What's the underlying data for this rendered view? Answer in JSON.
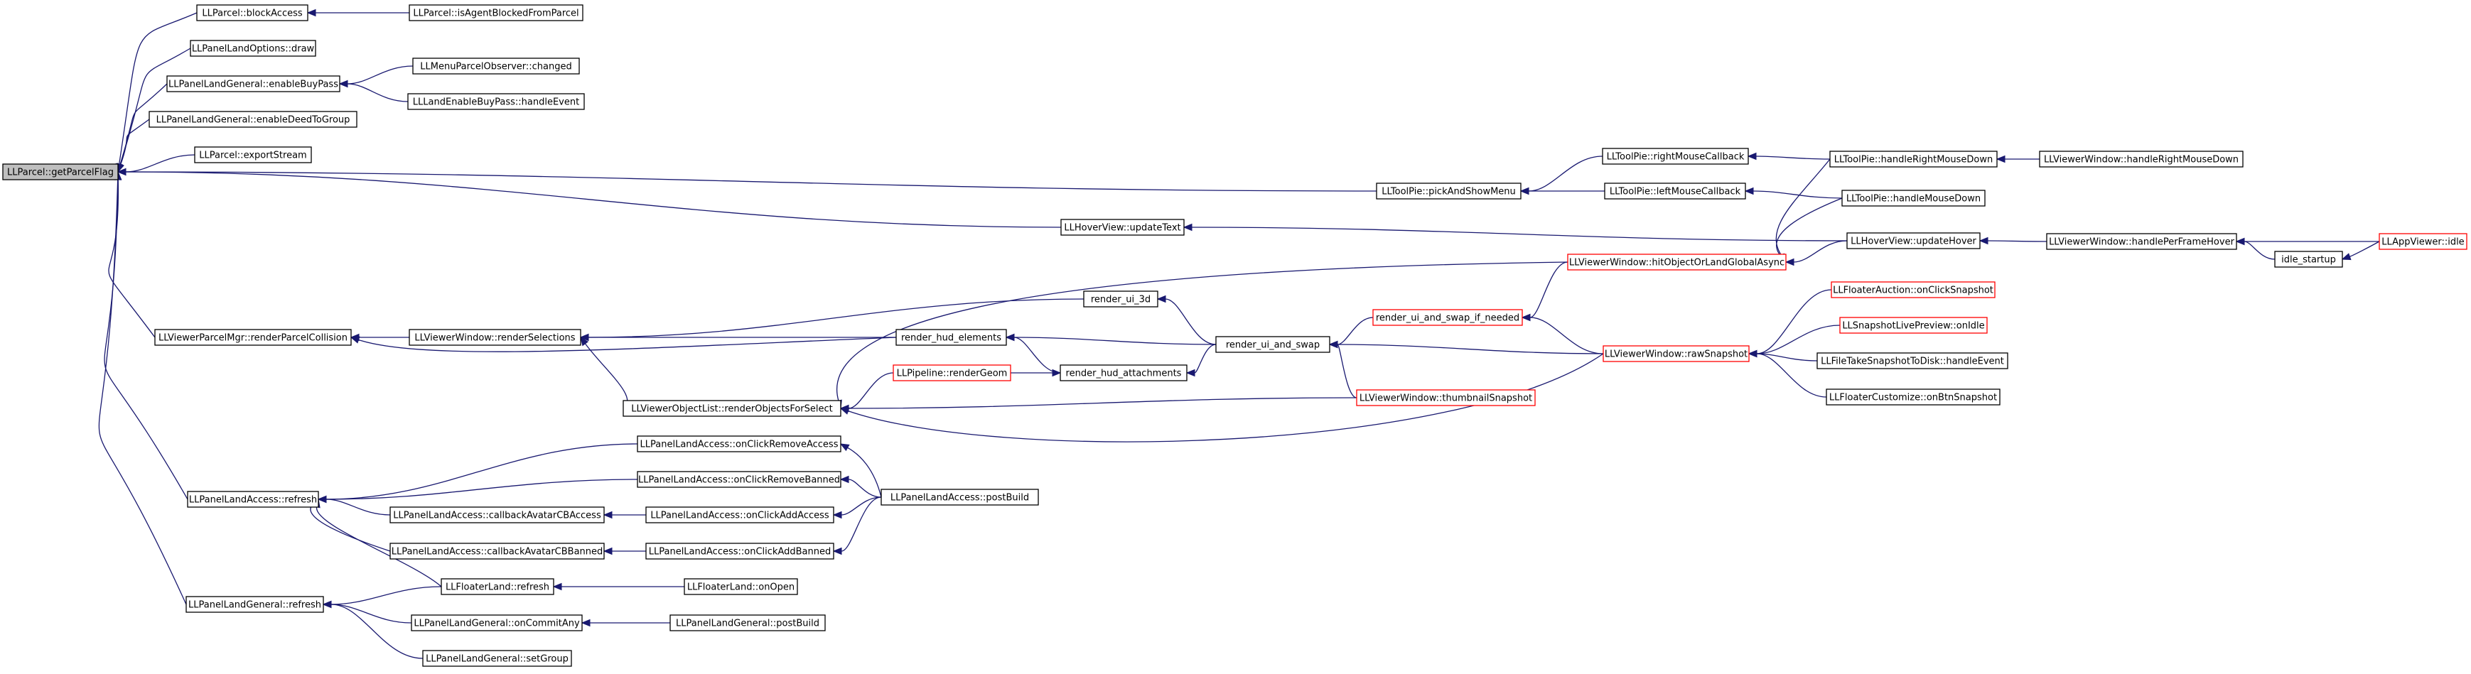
{
  "graph": {
    "nodes": [
      {
        "id": "root",
        "label": "LLParcel::getParcelFlag",
        "style": "root"
      },
      {
        "id": "blockAccess",
        "label": "LLParcel::blockAccess"
      },
      {
        "id": "isAgentBlocked",
        "label": "LLParcel::isAgentBlockedFromParcel"
      },
      {
        "id": "landOptionsDraw",
        "label": "LLPanelLandOptions::draw"
      },
      {
        "id": "enableBuyPass",
        "label": "LLPanelLandGeneral::enableBuyPass"
      },
      {
        "id": "menuParcelObs",
        "label": "LLMenuParcelObserver::changed"
      },
      {
        "id": "landEnableBuyPass",
        "label": "LLLandEnableBuyPass::handleEvent"
      },
      {
        "id": "enableDeedToGroup",
        "label": "LLPanelLandGeneral::enableDeedToGroup"
      },
      {
        "id": "exportStream",
        "label": "LLParcel::exportStream"
      },
      {
        "id": "pickAndShowMenu",
        "label": "LLToolPie::pickAndShowMenu"
      },
      {
        "id": "rightMouseCb",
        "label": "LLToolPie::rightMouseCallback"
      },
      {
        "id": "leftMouseCb",
        "label": "LLToolPie::leftMouseCallback"
      },
      {
        "id": "handleRightMouseDown",
        "label": "LLToolPie::handleRightMouseDown"
      },
      {
        "id": "handleMouseDown",
        "label": "LLToolPie::handleMouseDown"
      },
      {
        "id": "winHandleRightMouseDown",
        "label": "LLViewerWindow::handleRightMouseDown"
      },
      {
        "id": "hoverUpdateText",
        "label": "LLHoverView::updateText"
      },
      {
        "id": "hoverUpdateHover",
        "label": "LLHoverView::updateHover"
      },
      {
        "id": "handlePerFrameHover",
        "label": "LLViewerWindow::handlePerFrameHover"
      },
      {
        "id": "appIdle",
        "label": "LLAppViewer::idle",
        "style": "red"
      },
      {
        "id": "idleStartup",
        "label": "idle_startup"
      },
      {
        "id": "hitObject",
        "label": "LLViewerWindow::hitObjectOrLandGlobalAsync",
        "style": "red"
      },
      {
        "id": "renderParcelCollision",
        "label": "LLViewerParcelMgr::renderParcelCollision"
      },
      {
        "id": "renderSelections",
        "label": "LLViewerWindow::renderSelections"
      },
      {
        "id": "renderUi3d",
        "label": "render_ui_3d"
      },
      {
        "id": "renderHudElements",
        "label": "render_hud_elements"
      },
      {
        "id": "renderUiAndSwap",
        "label": "render_ui_and_swap"
      },
      {
        "id": "renderHudAttachments",
        "label": "render_hud_attachments"
      },
      {
        "id": "renderUiSwapIfNeeded",
        "label": "render_ui_and_swap_if_needed",
        "style": "red"
      },
      {
        "id": "rawSnapshot",
        "label": "LLViewerWindow::rawSnapshot",
        "style": "red"
      },
      {
        "id": "floaterAuction",
        "label": "LLFloaterAuction::onClickSnapshot",
        "style": "red"
      },
      {
        "id": "snapshotLivePreview",
        "label": "LLSnapshotLivePreview::onIdle",
        "style": "red"
      },
      {
        "id": "fileTakeSnapshot",
        "label": "LLFileTakeSnapshotToDisk::handleEvent"
      },
      {
        "id": "floaterCustomize",
        "label": "LLFloaterCustomize::onBtnSnapshot"
      },
      {
        "id": "pipelineRenderGeom",
        "label": "LLPipeline::renderGeom",
        "style": "red"
      },
      {
        "id": "renderObjectsForSelect",
        "label": "LLViewerObjectList::renderObjectsForSelect"
      },
      {
        "id": "thumbnailSnapshot",
        "label": "LLViewerWindow::thumbnailSnapshot",
        "style": "red"
      },
      {
        "id": "landAccessRefresh",
        "label": "LLPanelLandAccess::refresh"
      },
      {
        "id": "onClickRemoveAccess",
        "label": "LLPanelLandAccess::onClickRemoveAccess"
      },
      {
        "id": "onClickRemoveBanned",
        "label": "LLPanelLandAccess::onClickRemoveBanned"
      },
      {
        "id": "landAccessPostBuild",
        "label": "LLPanelLandAccess::postBuild"
      },
      {
        "id": "cbAvatarAccess",
        "label": "LLPanelLandAccess::callbackAvatarCBAccess"
      },
      {
        "id": "onClickAddAccess",
        "label": "LLPanelLandAccess::onClickAddAccess"
      },
      {
        "id": "cbAvatarBanned",
        "label": "LLPanelLandAccess::callbackAvatarCBBanned"
      },
      {
        "id": "onClickAddBanned",
        "label": "LLPanelLandAccess::onClickAddBanned"
      },
      {
        "id": "floaterLandRefresh",
        "label": "LLFloaterLand::refresh"
      },
      {
        "id": "floaterLandOnOpen",
        "label": "LLFloaterLand::onOpen"
      },
      {
        "id": "landGeneralRefresh",
        "label": "LLPanelLandGeneral::refresh"
      },
      {
        "id": "onCommitAny",
        "label": "LLPanelLandGeneral::onCommitAny"
      },
      {
        "id": "landGeneralPostBuild",
        "label": "LLPanelLandGeneral::postBuild"
      },
      {
        "id": "setGroup",
        "label": "LLPanelLandGeneral::setGroup"
      }
    ],
    "edges": [
      [
        "blockAccess",
        "root"
      ],
      [
        "isAgentBlocked",
        "blockAccess"
      ],
      [
        "landOptionsDraw",
        "root"
      ],
      [
        "enableBuyPass",
        "root"
      ],
      [
        "menuParcelObs",
        "enableBuyPass"
      ],
      [
        "landEnableBuyPass",
        "enableBuyPass"
      ],
      [
        "enableDeedToGroup",
        "root"
      ],
      [
        "exportStream",
        "root"
      ],
      [
        "pickAndShowMenu",
        "root"
      ],
      [
        "rightMouseCb",
        "pickAndShowMenu"
      ],
      [
        "leftMouseCb",
        "pickAndShowMenu"
      ],
      [
        "handleRightMouseDown",
        "rightMouseCb"
      ],
      [
        "handleMouseDown",
        "leftMouseCb"
      ],
      [
        "winHandleRightMouseDown",
        "handleRightMouseDown"
      ],
      [
        "hoverUpdateText",
        "root"
      ],
      [
        "hoverUpdateHover",
        "hoverUpdateText"
      ],
      [
        "handlePerFrameHover",
        "hoverUpdateHover"
      ],
      [
        "appIdle",
        "handlePerFrameHover"
      ],
      [
        "idleStartup",
        "handlePerFrameHover"
      ],
      [
        "appIdle",
        "idleStartup"
      ],
      [
        "handleRightMouseDown",
        "hitObject"
      ],
      [
        "handleMouseDown",
        "hitObject"
      ],
      [
        "hoverUpdateHover",
        "hitObject"
      ],
      [
        "renderParcelCollision",
        "root"
      ],
      [
        "renderSelections",
        "renderParcelCollision"
      ],
      [
        "renderHudElements",
        "renderParcelCollision"
      ],
      [
        "renderUi3d",
        "renderSelections"
      ],
      [
        "renderHudElements",
        "renderSelections"
      ],
      [
        "renderObjectsForSelect",
        "renderSelections"
      ],
      [
        "renderUiAndSwap",
        "renderUi3d"
      ],
      [
        "renderUiAndSwap",
        "renderHudElements"
      ],
      [
        "renderHudAttachments",
        "renderHudElements"
      ],
      [
        "renderUiAndSwap",
        "renderHudAttachments"
      ],
      [
        "pipelineRenderGeom",
        "renderHudAttachments"
      ],
      [
        "renderUiSwapIfNeeded",
        "renderUiAndSwap"
      ],
      [
        "rawSnapshot",
        "renderUiAndSwap"
      ],
      [
        "thumbnailSnapshot",
        "renderUiAndSwap"
      ],
      [
        "hitObject",
        "renderUiSwapIfNeeded"
      ],
      [
        "rawSnapshot",
        "renderUiSwapIfNeeded"
      ],
      [
        "floaterAuction",
        "rawSnapshot"
      ],
      [
        "snapshotLivePreview",
        "rawSnapshot"
      ],
      [
        "fileTakeSnapshot",
        "rawSnapshot"
      ],
      [
        "floaterCustomize",
        "rawSnapshot"
      ],
      [
        "pipelineRenderGeom",
        "renderObjectsForSelect"
      ],
      [
        "hitObject",
        "renderObjectsForSelect"
      ],
      [
        "thumbnailSnapshot",
        "renderObjectsForSelect"
      ],
      [
        "rawSnapshot",
        "renderObjectsForSelect"
      ],
      [
        "landAccessRefresh",
        "root"
      ],
      [
        "onClickRemoveAccess",
        "landAccessRefresh"
      ],
      [
        "onClickRemoveBanned",
        "landAccessRefresh"
      ],
      [
        "cbAvatarAccess",
        "landAccessRefresh"
      ],
      [
        "cbAvatarBanned",
        "landAccessRefresh"
      ],
      [
        "floaterLandRefresh",
        "landAccessRefresh"
      ],
      [
        "landAccessPostBuild",
        "onClickRemoveAccess"
      ],
      [
        "landAccessPostBuild",
        "onClickRemoveBanned"
      ],
      [
        "onClickAddAccess",
        "cbAvatarAccess"
      ],
      [
        "landAccessPostBuild",
        "onClickAddAccess"
      ],
      [
        "onClickAddBanned",
        "cbAvatarBanned"
      ],
      [
        "landAccessPostBuild",
        "onClickAddBanned"
      ],
      [
        "floaterLandOnOpen",
        "floaterLandRefresh"
      ],
      [
        "landGeneralRefresh",
        "root"
      ],
      [
        "floaterLandRefresh",
        "landGeneralRefresh"
      ],
      [
        "onCommitAny",
        "landGeneralRefresh"
      ],
      [
        "setGroup",
        "landGeneralRefresh"
      ],
      [
        "landGeneralPostBuild",
        "onCommitAny"
      ]
    ]
  }
}
